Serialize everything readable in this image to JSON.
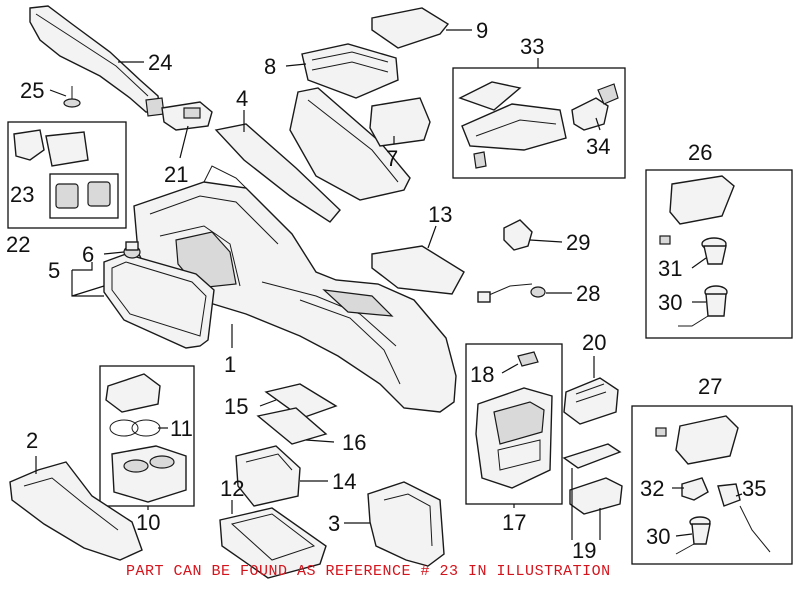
{
  "callouts": {
    "n1": "1",
    "n2": "2",
    "n3": "3",
    "n4": "4",
    "n5": "5",
    "n6": "6",
    "n7": "7",
    "n8": "8",
    "n9": "9",
    "n10": "10",
    "n11": "11",
    "n12": "12",
    "n13": "13",
    "n14": "14",
    "n15": "15",
    "n16": "16",
    "n17": "17",
    "n18": "18",
    "n19": "19",
    "n20": "20",
    "n21": "21",
    "n22": "22",
    "n23": "23",
    "n24": "24",
    "n25": "25",
    "n26": "26",
    "n27": "27",
    "n28": "28",
    "n29": "29",
    "n30a": "30",
    "n30b": "30",
    "n31": "31",
    "n32": "32",
    "n33": "33",
    "n34": "34",
    "n35": "35"
  },
  "footer_note": "PART CAN BE FOUND AS REFERENCE # 23 IN ILLUSTRATION",
  "colors": {
    "footer": "#d4141c",
    "line": "#111111"
  }
}
